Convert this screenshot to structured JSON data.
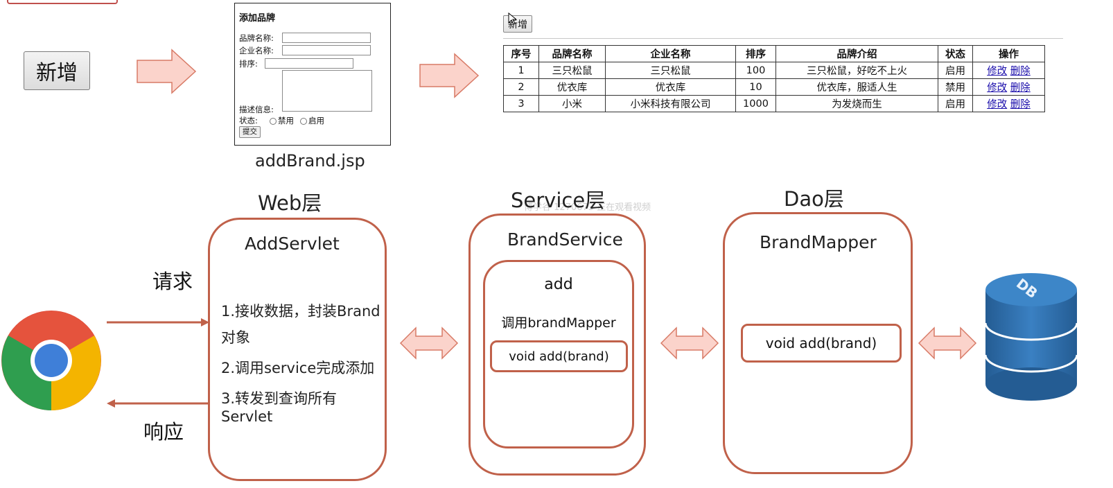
{
  "top_button": {
    "label": "新增"
  },
  "form": {
    "title": "添加品牌",
    "brand_name_label": "品牌名称:",
    "company_name_label": "企业名称:",
    "sort_label": "排序:",
    "desc_label": "描述信息:",
    "status_label": "状态:",
    "status_options": [
      "禁用",
      "启用"
    ],
    "submit_label": "提交",
    "caption": "addBrand.jsp"
  },
  "list_page": {
    "add_button_label": "新增",
    "table": {
      "headers": [
        "序号",
        "品牌名称",
        "企业名称",
        "排序",
        "品牌介绍",
        "状态",
        "操作"
      ],
      "rows": [
        {
          "id": "1",
          "brand": "三只松鼠",
          "company": "三只松鼠",
          "order": "100",
          "intro": "三只松鼠，好吃不上火",
          "status": "启用",
          "edit": "修改",
          "delete": "删除"
        },
        {
          "id": "2",
          "brand": "优衣库",
          "company": "优衣库",
          "order": "10",
          "intro": "优衣库，服适人生",
          "status": "禁用",
          "edit": "修改",
          "delete": "删除"
        },
        {
          "id": "3",
          "brand": "小米",
          "company": "小米科技有限公司",
          "order": "1000",
          "intro": "为发烧而生",
          "status": "启用",
          "edit": "修改",
          "delete": "删除"
        }
      ]
    }
  },
  "diagram": {
    "request_label": "请求",
    "response_label": "响应",
    "web_layer": {
      "title": "Web层",
      "box_title": "AddServlet",
      "step1_line1": "1.接收数据，封装Brand",
      "step1_line2": "对象",
      "step2": "2.调用service完成添加",
      "step3": "3.转发到查询所有Servlet"
    },
    "service_layer": {
      "title": "Service层",
      "box_title": "BrandService",
      "method_name": "add",
      "call_text": "调用brandMapper",
      "method_sig": "void add(brand)"
    },
    "dao_layer": {
      "title": "Dao层",
      "box_title": "BrandMapper",
      "method_sig": "void add(brand)"
    },
    "db_label": "DB",
    "watermark": "博学谷 1270673 正在观看视频"
  },
  "colors": {
    "box_border": "#c0614a",
    "arrow_fill": "#fbd3cb",
    "arrow_stroke": "#d87a66",
    "db_blue": "#2e6fa8"
  },
  "icons": [
    "chrome-logo-icon",
    "database-icon",
    "mouse-cursor-icon"
  ]
}
